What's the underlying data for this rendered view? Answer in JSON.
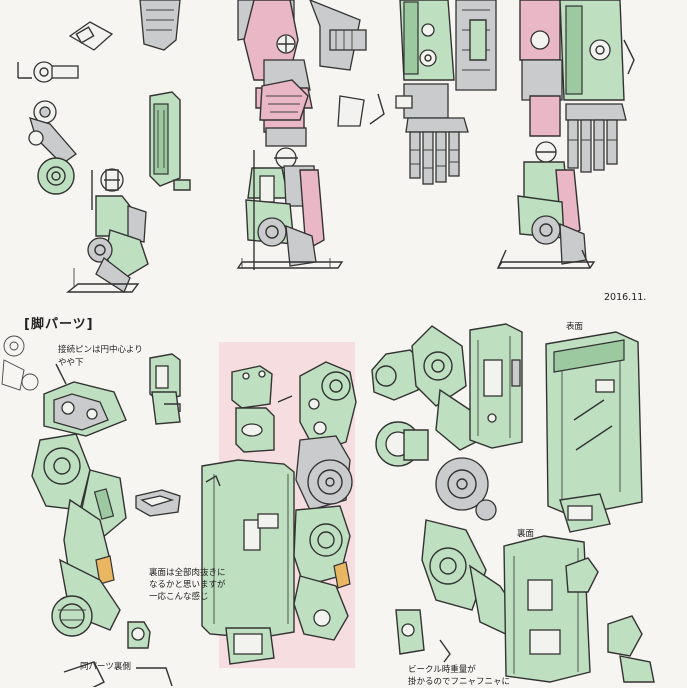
{
  "sheet": {
    "date": "2016.11.",
    "section_title": "[脚パーツ]",
    "notes": {
      "pin_line1": "接続ピンは円中心より",
      "pin_line2": "やや下",
      "front": "表面",
      "back": "裏面",
      "back_note_line1": "裏面は全部肉抜きに",
      "back_note_line2": "なるかと思いますが",
      "back_note_line3": "一応こんな感じ",
      "same_part": "同パーツ裏側",
      "vehicle_line1": "ビークル時重量が",
      "vehicle_line2": "掛かるのでフニャフニャに"
    }
  },
  "colors": {
    "paper": "#f7f5f1",
    "green": "#bfe0c0",
    "green_dark": "#9cc9a0",
    "pink": "#eab7c6",
    "pink_bg": "#f6dde0",
    "gray": "#c9cbcc",
    "orange": "#e9b661",
    "line": "#333333"
  }
}
